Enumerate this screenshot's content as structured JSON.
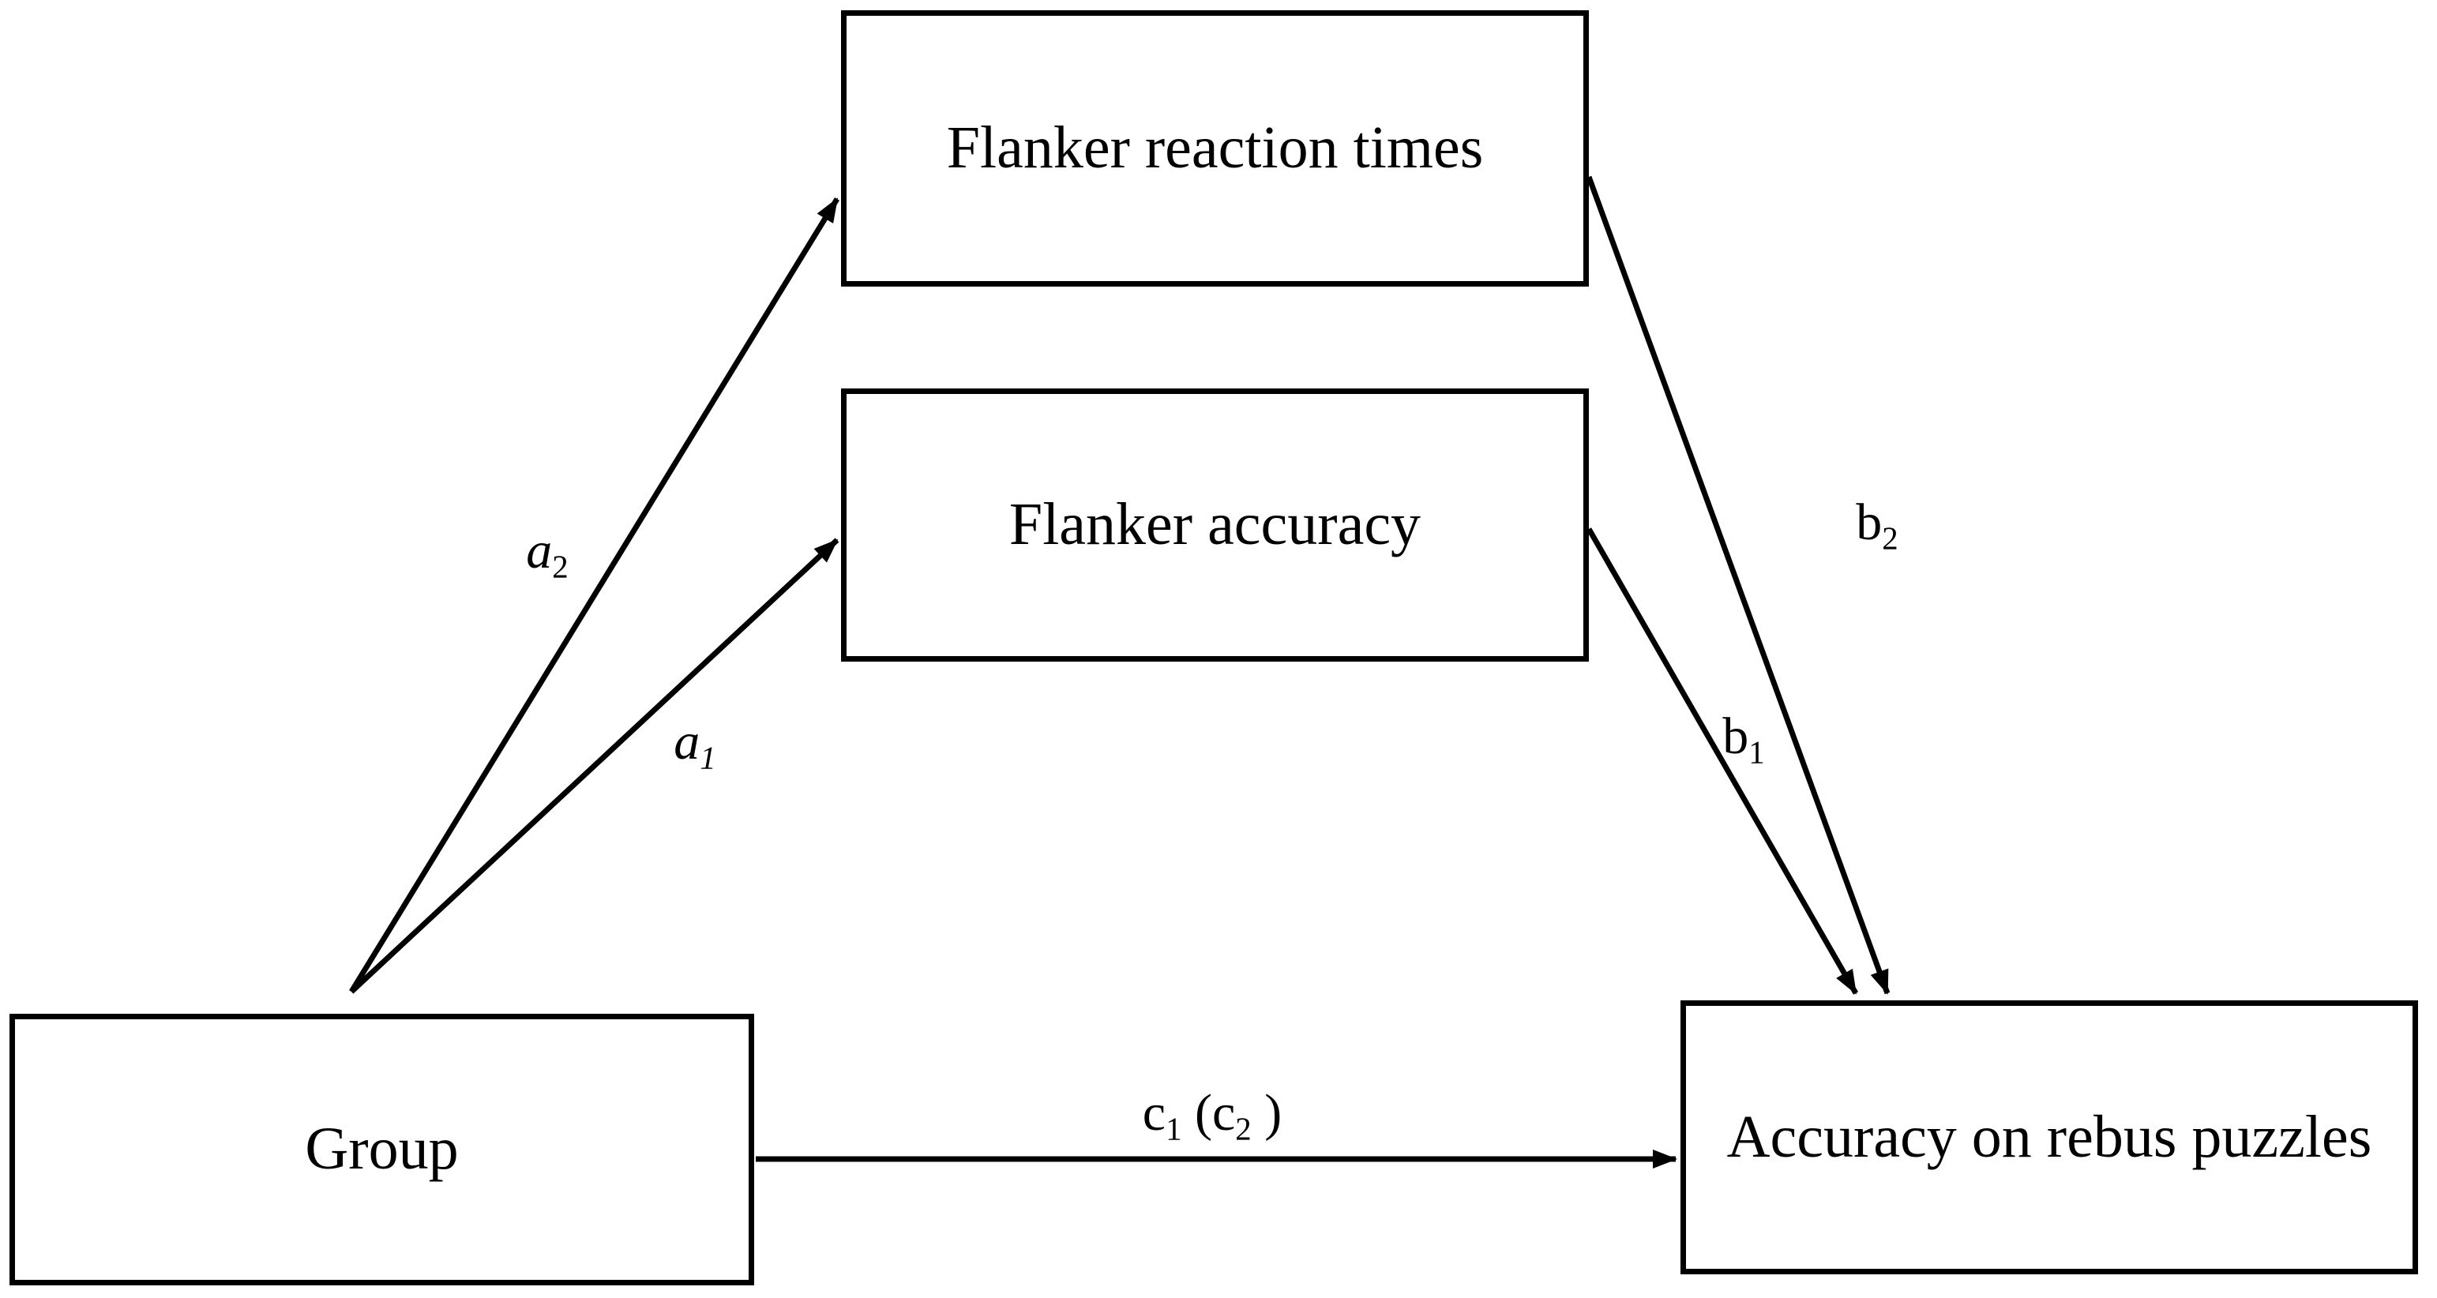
{
  "diagram": {
    "type": "mediation-path-model",
    "background_color": "#ffffff",
    "line_color": "#000000",
    "text_color": "#000000",
    "nodes": [
      {
        "id": "flanker_rt",
        "label": "Flanker reaction times",
        "role": "mediator-2"
      },
      {
        "id": "flanker_acc",
        "label": "Flanker accuracy",
        "role": "mediator-1"
      },
      {
        "id": "group",
        "label": "Group",
        "role": "predictor"
      },
      {
        "id": "rebus",
        "label": "Accuracy on rebus puzzles",
        "role": "outcome"
      }
    ],
    "paths": {
      "a2": {
        "base": "a",
        "sub": "2"
      },
      "a1": {
        "base": "a",
        "sub": "1"
      },
      "b2": {
        "base": "b",
        "sub": "2"
      },
      "b1": {
        "base": "b",
        "sub": "1"
      },
      "c": {
        "base": "c",
        "sub": "1",
        "open": " (",
        "base2": "c",
        "sub2": "2",
        "close": " )"
      }
    },
    "edges": [
      {
        "from": "group",
        "to": "flanker_rt",
        "label": "a2"
      },
      {
        "from": "group",
        "to": "flanker_acc",
        "label": "a1"
      },
      {
        "from": "flanker_rt",
        "to": "rebus",
        "label": "b2"
      },
      {
        "from": "flanker_acc",
        "to": "rebus",
        "label": "b1"
      },
      {
        "from": "group",
        "to": "rebus",
        "label": "c1 (c2)"
      }
    ]
  }
}
